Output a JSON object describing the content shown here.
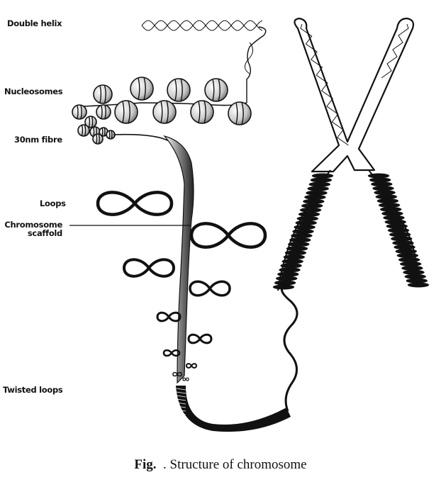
{
  "labels": {
    "double_helix": "Double helix",
    "nucleosomes": "Nucleosomes",
    "fibre_30nm": "30nm fibre",
    "loops": "Loops",
    "scaffold_line1": "Chromosome",
    "scaffold_line2": "scaffold",
    "twisted_loops": "Twisted loops"
  },
  "caption": {
    "prefix": "Fig.",
    "text": ". Structure of chromosome"
  }
}
